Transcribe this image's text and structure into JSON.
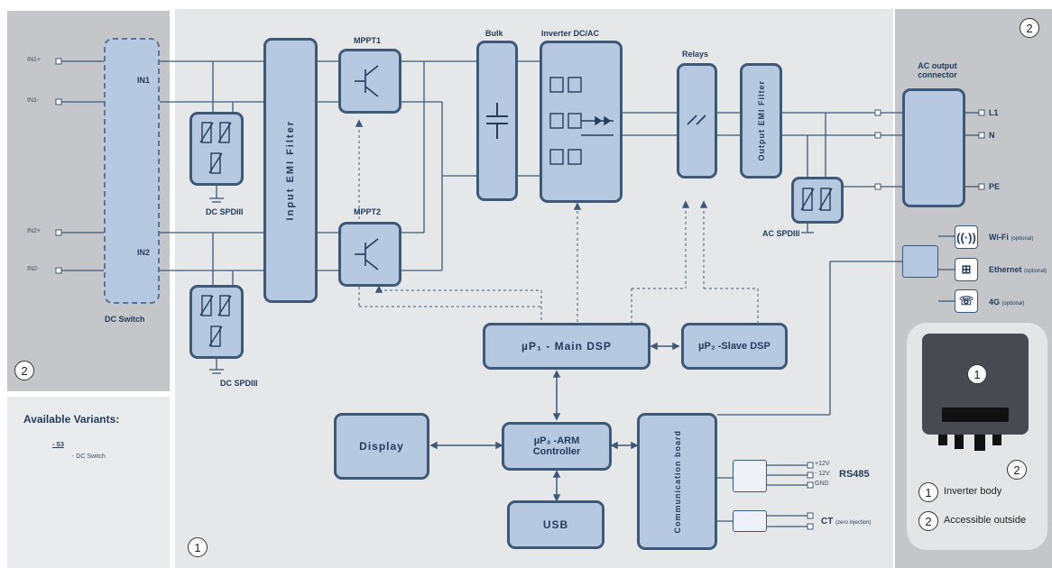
{
  "dc_inputs": [
    "IN1+",
    "IN1-",
    "IN2+",
    "IN2-"
  ],
  "dc_switch": {
    "in1": "IN1",
    "in2": "IN2",
    "label": "DC Switch"
  },
  "spd": {
    "dc1": "DC SPDIII",
    "dc2": "DC SPDIII",
    "ac": "AC SPDIII"
  },
  "blocks": {
    "input_emi": "Input EMI Filter",
    "mppt1": "MPPT1",
    "mppt2": "MPPT2",
    "bulk": "Bulk",
    "inverter": "Inverter DC/AC",
    "relays": "Relays",
    "output_emi": "Output EMI Filter",
    "ac_connector": "AC output connector",
    "main_dsp": "µP₁ - Main DSP",
    "slave_dsp": "µP₂ -Slave DSP",
    "arm": "µP₃ -ARM Controller",
    "display": "Display",
    "usb": "USB",
    "comm_board": "Communication board"
  },
  "ac_outputs": [
    "L1",
    "N",
    "PE"
  ],
  "comms": {
    "wifi": "Wi-Fi",
    "wifi_note": "(optional)",
    "ethernet": "Ethernet",
    "ethernet_note": "(optional)",
    "g4": "4G",
    "g4_note": "(optional)"
  },
  "rs485": {
    "label": "RS485",
    "pins": [
      "+12V",
      "- 12V",
      "GND"
    ]
  },
  "ct": {
    "label": "CT",
    "note": "(zero injection)"
  },
  "variants": {
    "title": "Available Variants:",
    "code": "- S3",
    "desc": "- DC Switch"
  },
  "markers": {
    "one": "1",
    "two": "2"
  },
  "legend": {
    "body": "Inverter body",
    "outside": "Accessible outside"
  },
  "colors": {
    "block_fill": "#b7c9e1",
    "block_border": "#3e5878",
    "panel_gray": "#c4c6c9",
    "main_bg": "#e6e7e8"
  }
}
